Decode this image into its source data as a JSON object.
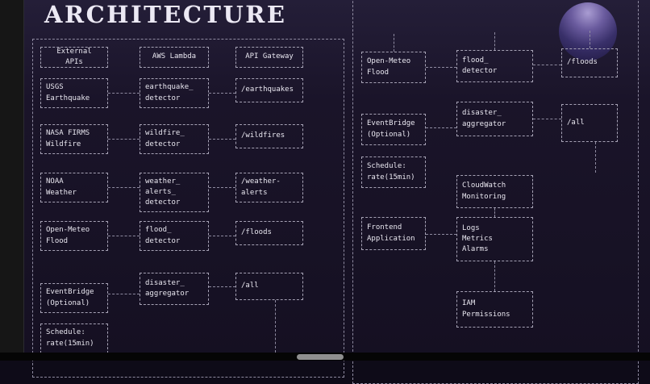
{
  "title": "ARCHITECTURE",
  "colors": {
    "background": "#1a1429",
    "box_border": "#a6a2b5",
    "text": "#e9e7f0",
    "title_text": "#ece9f4",
    "sphere_accent": "#a99cd2"
  },
  "left_panel": {
    "external": {
      "header": "External APIs",
      "usgs": "USGS\nEarthquake",
      "nasa": "NASA FIRMS\nWildfire",
      "noaa": "NOAA\nWeather",
      "openmeteo": "Open-Meteo\nFlood",
      "eventbridge": "EventBridge\n(Optional)",
      "schedule": "Schedule:\nrate(15min)"
    },
    "lambda": {
      "header": "AWS Lambda",
      "earthquake": "earthquake_\ndetector",
      "wildfire": "wildfire_\ndetector",
      "weather": "weather_\nalerts_\ndetector",
      "flood": "flood_\ndetector",
      "aggregator": "disaster_\naggregator"
    },
    "gateway": {
      "header": "API Gateway",
      "earthquakes": "/earthquakes",
      "wildfires": "/wildfires",
      "weather": "/weather-\nalerts",
      "floods": "/floods",
      "all": "/all"
    }
  },
  "right_panel": {
    "openmeteo": "Open-Meteo\nFlood",
    "eventbridge": "EventBridge\n(Optional)",
    "schedule": "Schedule:\nrate(15min)",
    "frontend": "Frontend\nApplication",
    "flood": "flood_\ndetector",
    "aggregator": "disaster_\naggregator",
    "cloudwatch": "CloudWatch\nMonitoring",
    "logs": "Logs\nMetrics\nAlarms",
    "iam": "IAM\nPermissions",
    "floods": "/floods",
    "all": "/all"
  }
}
